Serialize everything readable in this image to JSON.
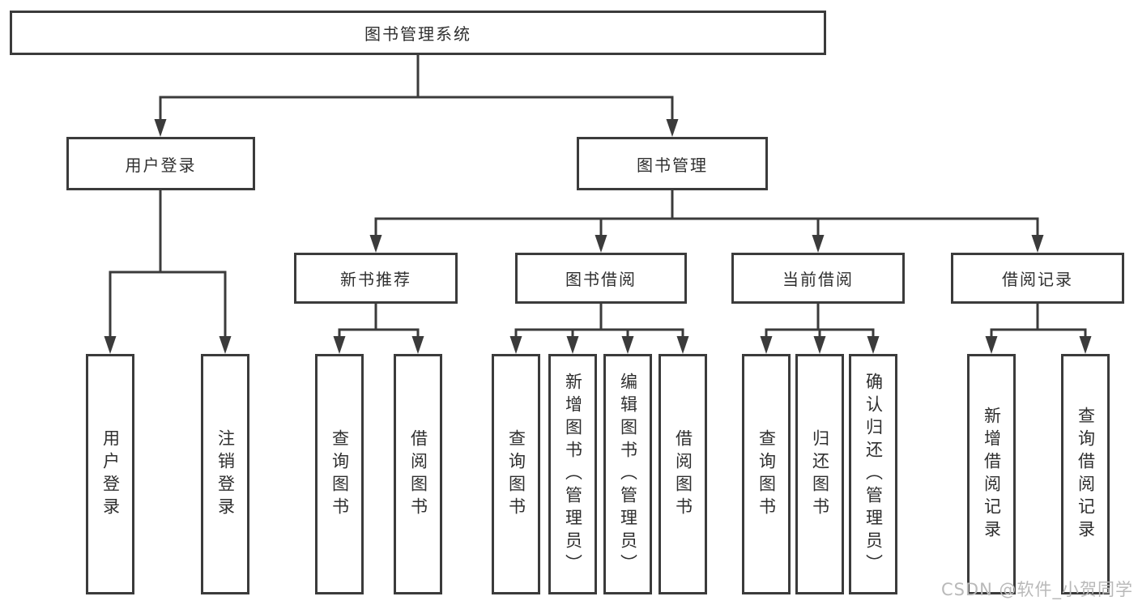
{
  "diagram": {
    "type": "hierarchy-tree",
    "root": {
      "label": "图书管理系统"
    },
    "level2": {
      "user_login": {
        "label": "用户登录"
      },
      "book_mgmt": {
        "label": "图书管理"
      }
    },
    "level3": {
      "new_book_rec": {
        "label": "新书推荐"
      },
      "book_borrow": {
        "label": "图书借阅"
      },
      "current_borrow": {
        "label": "当前借阅"
      },
      "borrow_record": {
        "label": "借阅记录"
      }
    },
    "leaves": {
      "user_login_leaf": {
        "label": "用户登录",
        "parent": "用户登录"
      },
      "logout_leaf": {
        "label": "注销登录",
        "parent": "用户登录"
      },
      "rec_query": {
        "label": "查询图书",
        "parent": "新书推荐"
      },
      "rec_borrow": {
        "label": "借阅图书",
        "parent": "新书推荐"
      },
      "bb_query": {
        "label": "查询图书",
        "parent": "图书借阅"
      },
      "bb_add": {
        "label": "新增图书（管理员）",
        "parent": "图书借阅"
      },
      "bb_edit": {
        "label": "编辑图书（管理员）",
        "parent": "图书借阅"
      },
      "bb_borrow": {
        "label": "借阅图书",
        "parent": "图书借阅"
      },
      "cb_query": {
        "label": "查询图书",
        "parent": "当前借阅"
      },
      "cb_return": {
        "label": "归还图书",
        "parent": "当前借阅"
      },
      "cb_confirm": {
        "label": "确认归还（管理员）",
        "parent": "当前借阅"
      },
      "br_add": {
        "label": "新增借阅记录",
        "parent": "借阅记录"
      },
      "br_query": {
        "label": "查询借阅记录",
        "parent": "借阅记录"
      }
    }
  },
  "watermark": {
    "text": "CSDN @软件_小贺同学"
  },
  "colors": {
    "line": "#3b3b3b",
    "box_border": "#3b3b3b",
    "text": "#2f2f2f",
    "watermark": "#b9b9b9",
    "background": "#ffffff"
  }
}
